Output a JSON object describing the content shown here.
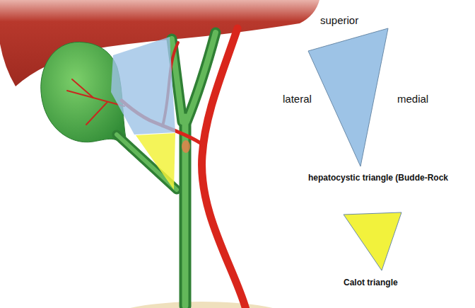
{
  "diagram": {
    "labels": [
      "superior",
      "lateral",
      "medial"
    ],
    "legend": [
      {
        "text": "hepatocystic triangle (Budde-Rock",
        "color": "#9dc3e6"
      },
      {
        "text": "Calot triangle",
        "color": "#f2f23c"
      }
    ]
  }
}
